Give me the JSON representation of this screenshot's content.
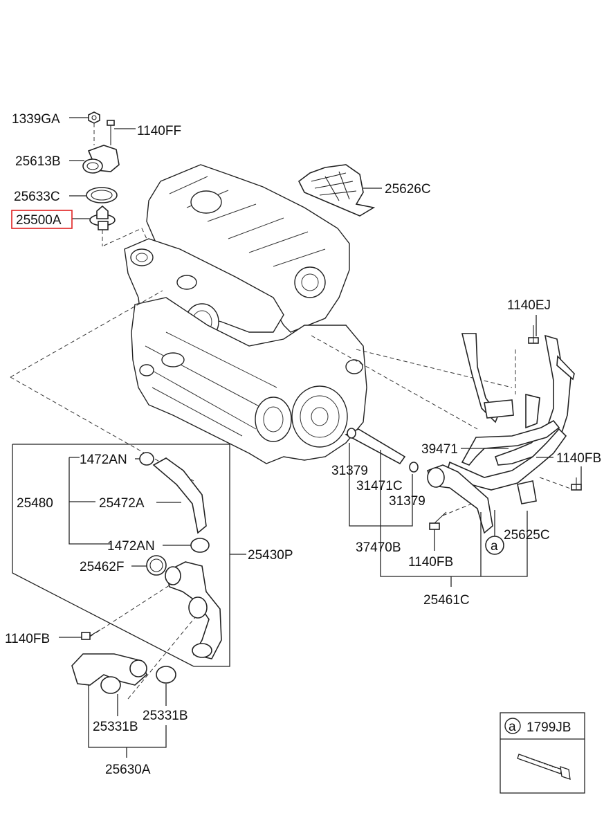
{
  "labels": {
    "p1339GA": "1339GA",
    "p1140FF": "1140FF",
    "p25613B": "25613B",
    "p25633C": "25633C",
    "p25500A": "25500A",
    "p25626C": "25626C",
    "p1140EJ": "1140EJ",
    "p39471": "39471",
    "p1140FB_right": "1140FB",
    "p31379_a": "31379",
    "p31471C": "31471C",
    "p31379_b": "31379",
    "p37470B": "37470B",
    "p1140FB_mid": "1140FB",
    "p25625C": "25625C",
    "p25461C": "25461C",
    "p1472AN_top": "1472AN",
    "p25480": "25480",
    "p25472A": "25472A",
    "p1472AN_bot": "1472AN",
    "p25430P": "25430P",
    "p25462F": "25462F",
    "p1140FB_left": "1140FB",
    "p25331B_right": "25331B",
    "p25331B_left": "25331B",
    "p25630A": "25630A",
    "ref_a": "a"
  },
  "legend": {
    "key": "a",
    "part": "1799JB"
  },
  "highlight": {
    "part": "25500A",
    "color": "#e02020"
  }
}
